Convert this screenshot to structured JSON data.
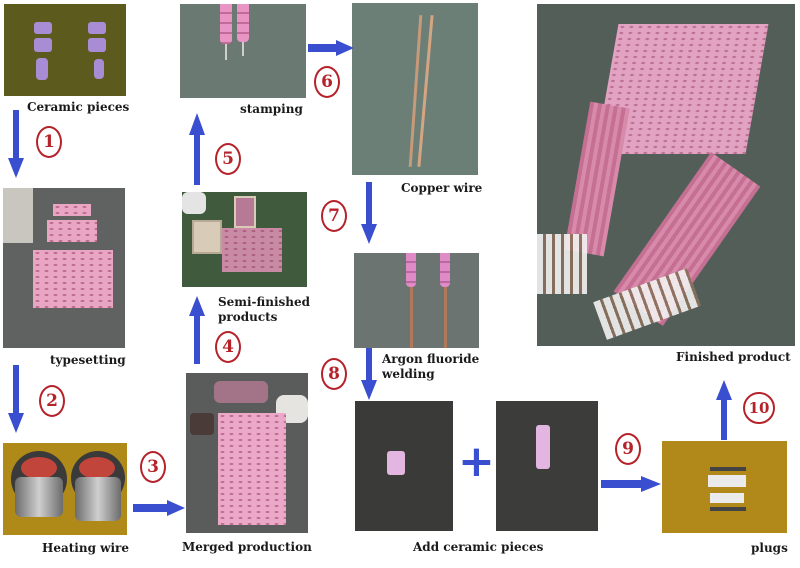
{
  "diagram": {
    "type": "process-flow",
    "colors": {
      "arrow": "#3a4fd0",
      "step_circle": "#b5222a",
      "label_text": "#1a1a1a"
    },
    "nodes": [
      {
        "id": "ceramic_pieces",
        "label": "Ceramic pieces"
      },
      {
        "id": "typesetting",
        "label": "typesetting"
      },
      {
        "id": "heating_wire",
        "label": "Heating wire"
      },
      {
        "id": "merged_production",
        "label": "Merged production"
      },
      {
        "id": "semi_finished",
        "label": "Semi-finished products",
        "label_line1": "Semi-finished",
        "label_line2": "products"
      },
      {
        "id": "stamping",
        "label": "stamping"
      },
      {
        "id": "copper_wire",
        "label": "Copper wire"
      },
      {
        "id": "argon_welding",
        "label": "Argon fluoride welding",
        "label_line1": "Argon fluoride",
        "label_line2": "welding"
      },
      {
        "id": "add_ceramic",
        "label": "Add ceramic pieces",
        "plus": "+"
      },
      {
        "id": "plugs",
        "label": "plugs"
      },
      {
        "id": "finished_product",
        "label": "Finished product"
      }
    ],
    "steps": [
      {
        "num": "1",
        "from": "ceramic_pieces",
        "to": "typesetting"
      },
      {
        "num": "2",
        "from": "typesetting",
        "to": "heating_wire"
      },
      {
        "num": "3",
        "from": "heating_wire",
        "to": "merged_production"
      },
      {
        "num": "4",
        "from": "merged_production",
        "to": "semi_finished"
      },
      {
        "num": "5",
        "from": "semi_finished",
        "to": "stamping"
      },
      {
        "num": "6",
        "from": "stamping",
        "to": "copper_wire"
      },
      {
        "num": "7",
        "from": "copper_wire",
        "to": "argon_welding"
      },
      {
        "num": "8",
        "from": "argon_welding",
        "to": "add_ceramic"
      },
      {
        "num": "9",
        "from": "add_ceramic",
        "to": "plugs"
      },
      {
        "num": "10",
        "from": "plugs",
        "to": "finished_product"
      }
    ]
  }
}
